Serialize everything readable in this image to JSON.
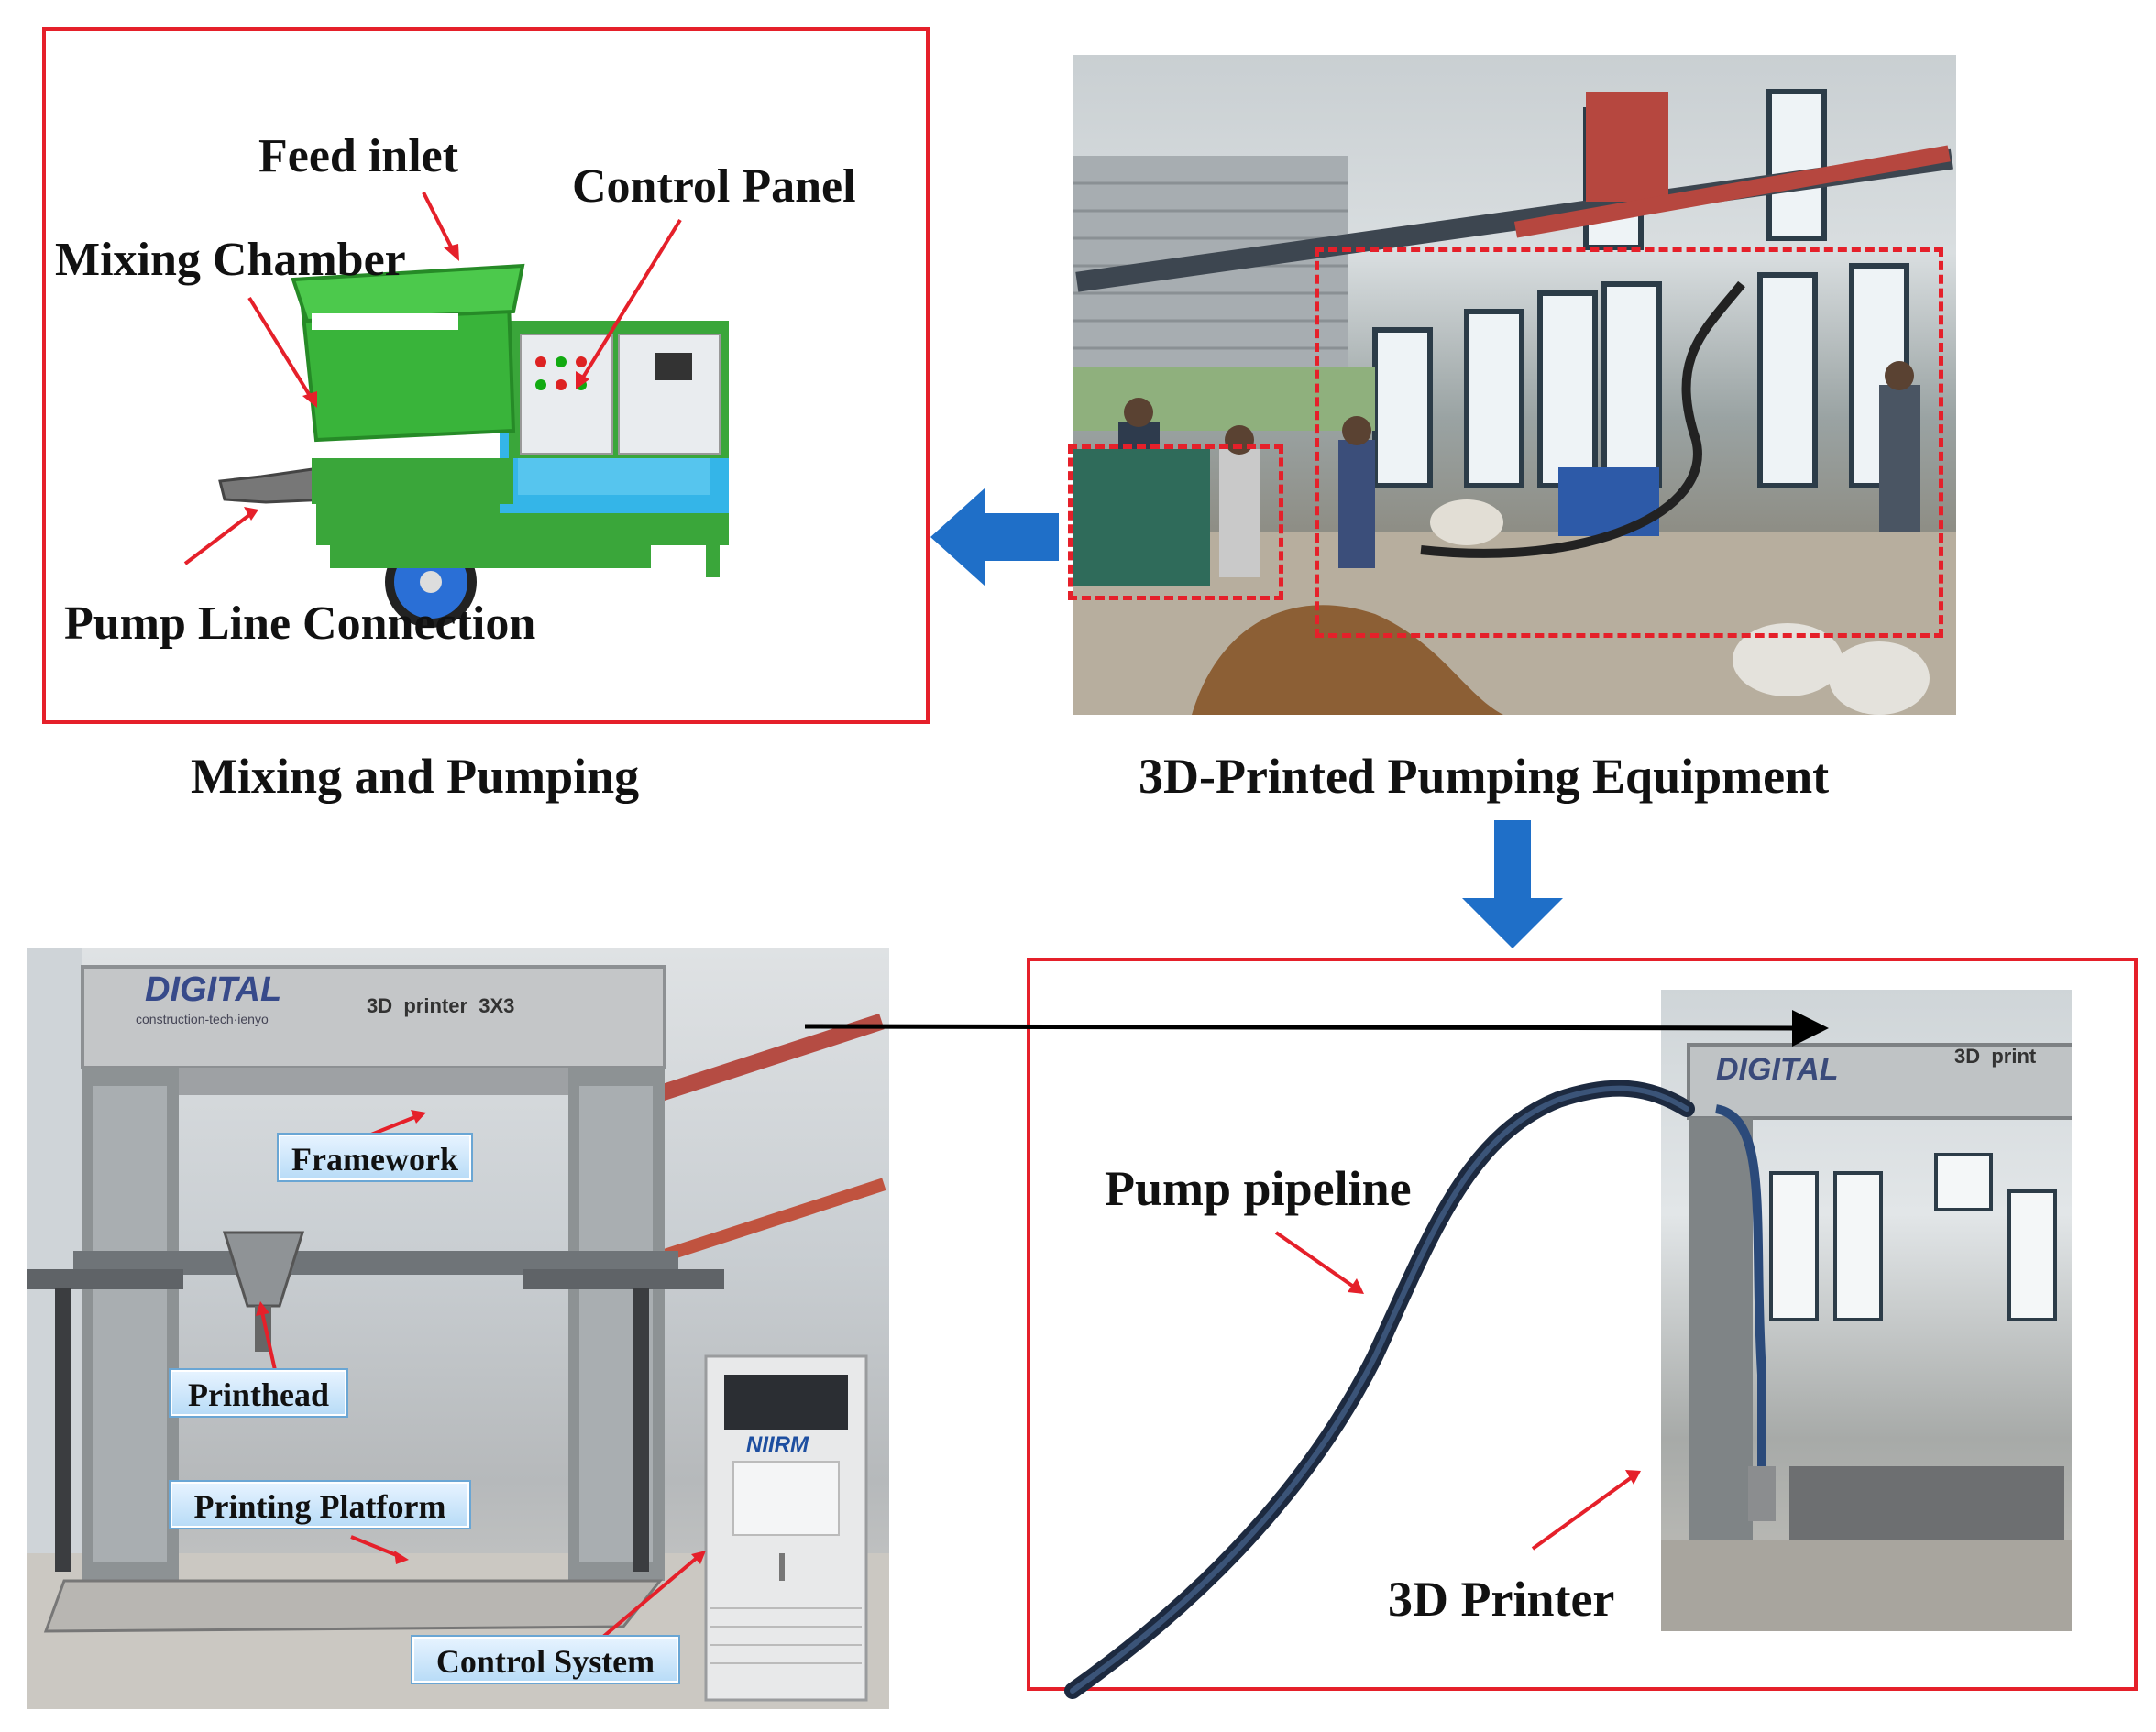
{
  "panels": {
    "mixing": {
      "caption": "Mixing and Pumping",
      "labels": {
        "feed_inlet": "Feed inlet",
        "control_panel": "Control Panel",
        "mixing_chamber": "Mixing Chamber",
        "pump_line": "Pump Line Connection"
      }
    },
    "workshop": {
      "caption": "3D-Printed Pumping Equipment"
    },
    "printer": {
      "logo": "DIGITAL",
      "logo_sub": "construction-tech·ienyo",
      "model": "3D  printer  3X3",
      "cabinet_brand": "NIIRM",
      "tags": {
        "framework": "Framework",
        "printhead": "Printhead",
        "platform": "Printing Platform",
        "control": "Control System"
      }
    },
    "pipeline": {
      "labels": {
        "pump_pipeline": "Pump pipeline",
        "printer": "3D Printer"
      },
      "logo": "DIGITAL",
      "model": "3D  print"
    }
  },
  "colors": {
    "frame_red": "#e5202a",
    "arrow_blue": "#1f6fc8",
    "arrow_black": "#000000"
  }
}
